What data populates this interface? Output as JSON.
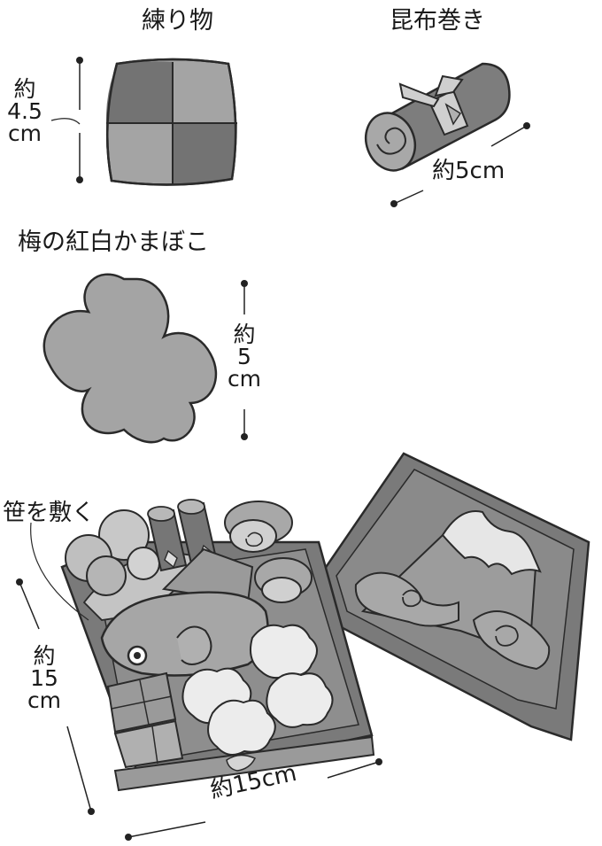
{
  "items": {
    "neri": {
      "title": "練り物",
      "size_l1": "約",
      "size_l2": "4.5",
      "size_l3": "cm"
    },
    "kobu": {
      "title": "昆布巻き",
      "size": "約5cm"
    },
    "ume": {
      "title": "梅の紅白かまぼこ",
      "size_l1": "約",
      "size_l2": "5",
      "size_l3": "cm"
    },
    "jubako": {
      "note": "笹を敷く",
      "depth_l1": "約",
      "depth_l2": "15",
      "depth_l3": "cm",
      "width": "約15cm"
    }
  },
  "colors": {
    "outline": "#2a2a2a",
    "dark": "#6d6d6d",
    "mid": "#9a9a9a",
    "light": "#c9c9c9",
    "pale": "#e6e6e6"
  }
}
